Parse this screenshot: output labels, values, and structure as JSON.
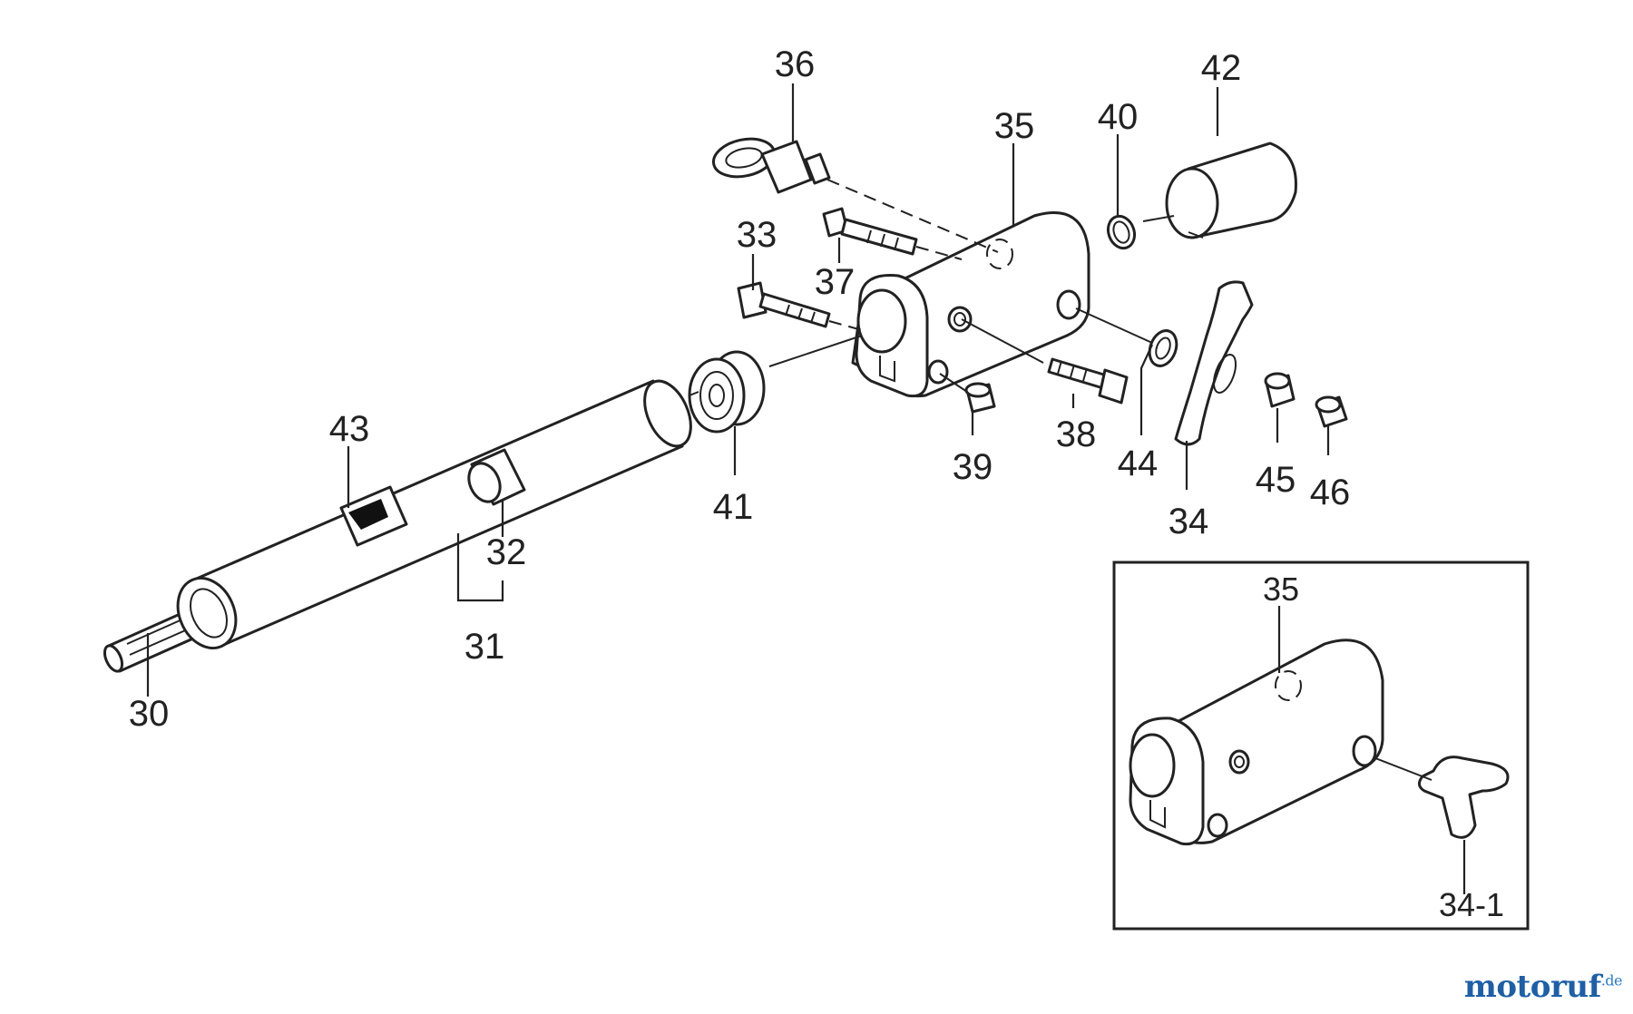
{
  "diagram": {
    "part_labels": [
      "30",
      "31",
      "32",
      "33",
      "34",
      "35",
      "36",
      "37",
      "38",
      "39",
      "40",
      "41",
      "42",
      "43",
      "44",
      "45",
      "46"
    ],
    "inset": {
      "labels": [
        "35",
        "34-1"
      ]
    }
  },
  "watermark": {
    "name": "motoruf",
    "tld": ".de",
    "color": "#1d5fa8"
  }
}
